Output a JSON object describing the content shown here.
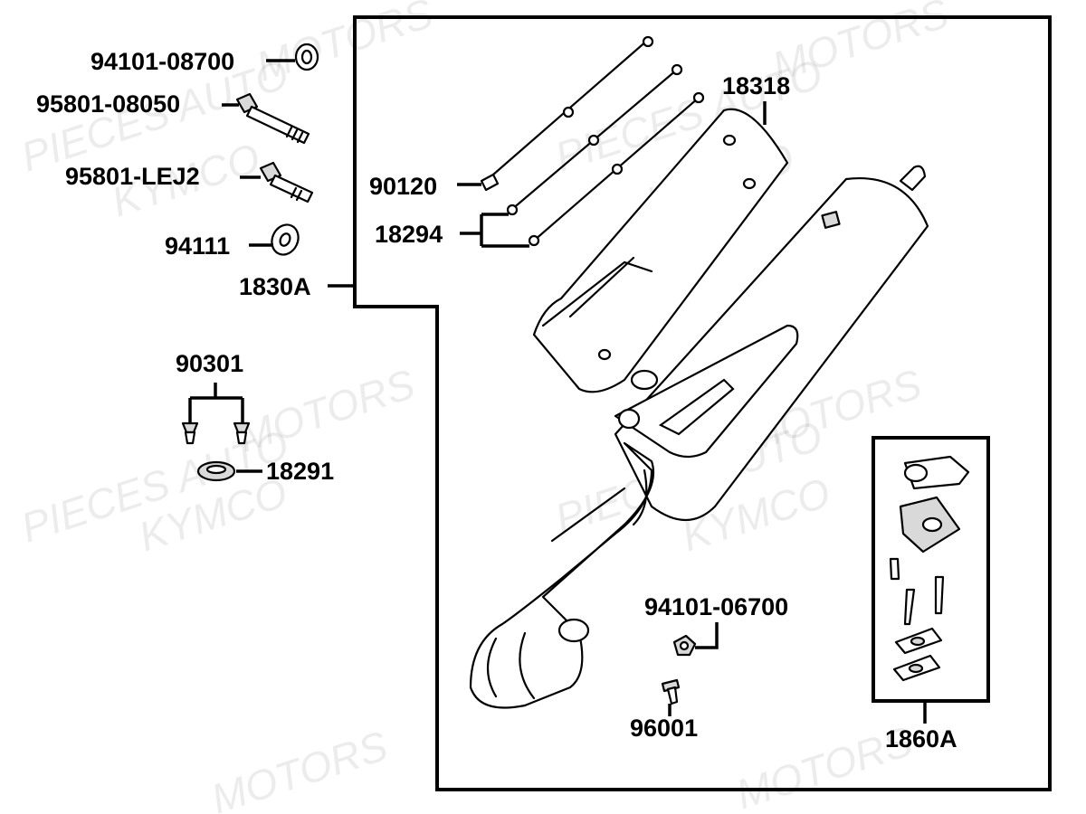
{
  "diagram": {
    "labels": {
      "p94101_08700": "94101-08700",
      "p95801_08050": "95801-08050",
      "p95801_lej2": "95801-LEJ2",
      "p94111": "94111",
      "p1830a": "1830A",
      "p90301": "90301",
      "p18291": "18291",
      "p18318": "18318",
      "p90120": "90120",
      "p18294": "18294",
      "p94101_06700": "94101-06700",
      "p96001": "96001",
      "p1860a": "1860A"
    },
    "watermarks": {
      "pieces_auto": "PIECES AUTO",
      "kymco": "KYMCO",
      "motors": "MOTORS"
    }
  }
}
